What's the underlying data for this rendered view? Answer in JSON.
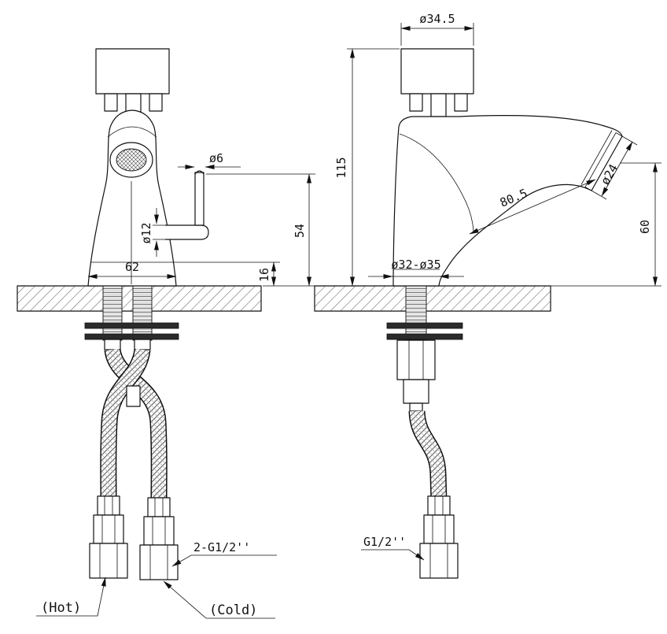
{
  "colors": {
    "line": "#111111",
    "background": "#ffffff"
  },
  "front_view": {
    "dims": {
      "rod_dia": "ø6",
      "arm_dia": "ø12",
      "body_width": "62",
      "rod_height": "54",
      "base_height": "16"
    },
    "labels": {
      "thread": "2-G1/2''",
      "hot": "(Hot)",
      "cold": "(Cold)"
    }
  },
  "side_view": {
    "dims": {
      "handle_width": "ø34.5",
      "total_height": "115",
      "spout_dia": "ø24",
      "spout_reach": "80.5",
      "outlet_height": "60",
      "base_dia": "ø32-ø35"
    },
    "labels": {
      "thread": "G1/2''"
    }
  }
}
